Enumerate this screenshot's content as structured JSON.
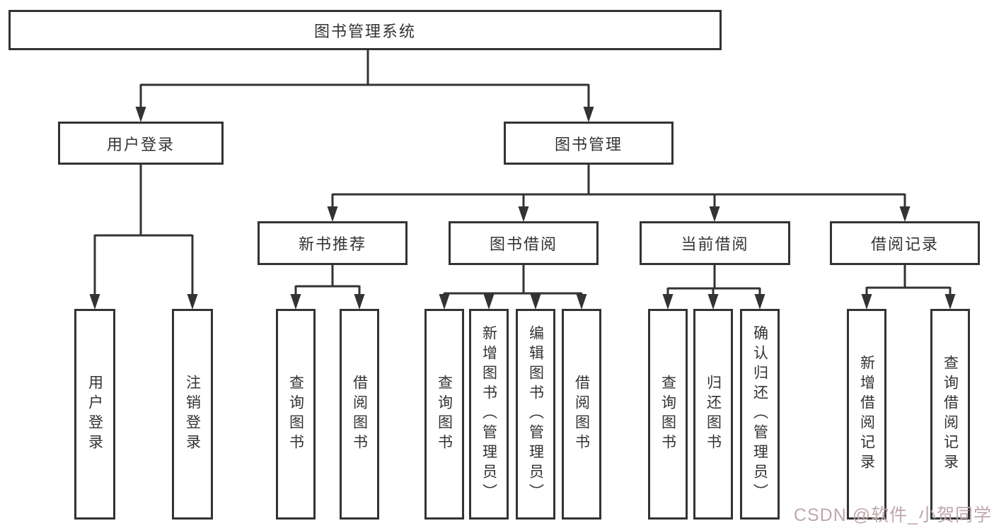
{
  "tree": {
    "root": {
      "label": "图书管理系统"
    },
    "children": [
      {
        "label": "用户登录",
        "children": [
          {
            "label": "用户登录"
          },
          {
            "label": "注销登录"
          }
        ]
      },
      {
        "label": "图书管理",
        "children": [
          {
            "label": "新书推荐",
            "children": [
              {
                "label": "查询图书"
              },
              {
                "label": "借阅图书"
              }
            ]
          },
          {
            "label": "图书借阅",
            "children": [
              {
                "label": "查询图书"
              },
              {
                "label": "新增图书（管理员）"
              },
              {
                "label": "编辑图书（管理员）"
              },
              {
                "label": "借阅图书"
              }
            ]
          },
          {
            "label": "当前借阅",
            "children": [
              {
                "label": "查询图书"
              },
              {
                "label": "归还图书"
              },
              {
                "label": "确认归还（管理员）"
              }
            ]
          },
          {
            "label": "借阅记录",
            "children": [
              {
                "label": "新增借阅记录"
              },
              {
                "label": "查询借阅记录"
              }
            ]
          }
        ]
      }
    ]
  },
  "watermark": {
    "text": "CSDN @软件_小贺同学",
    "color": "#c0a6aa"
  },
  "colors": {
    "line": "#333333",
    "box_border": "#333333",
    "text": "#333333",
    "background": "#ffffff"
  }
}
